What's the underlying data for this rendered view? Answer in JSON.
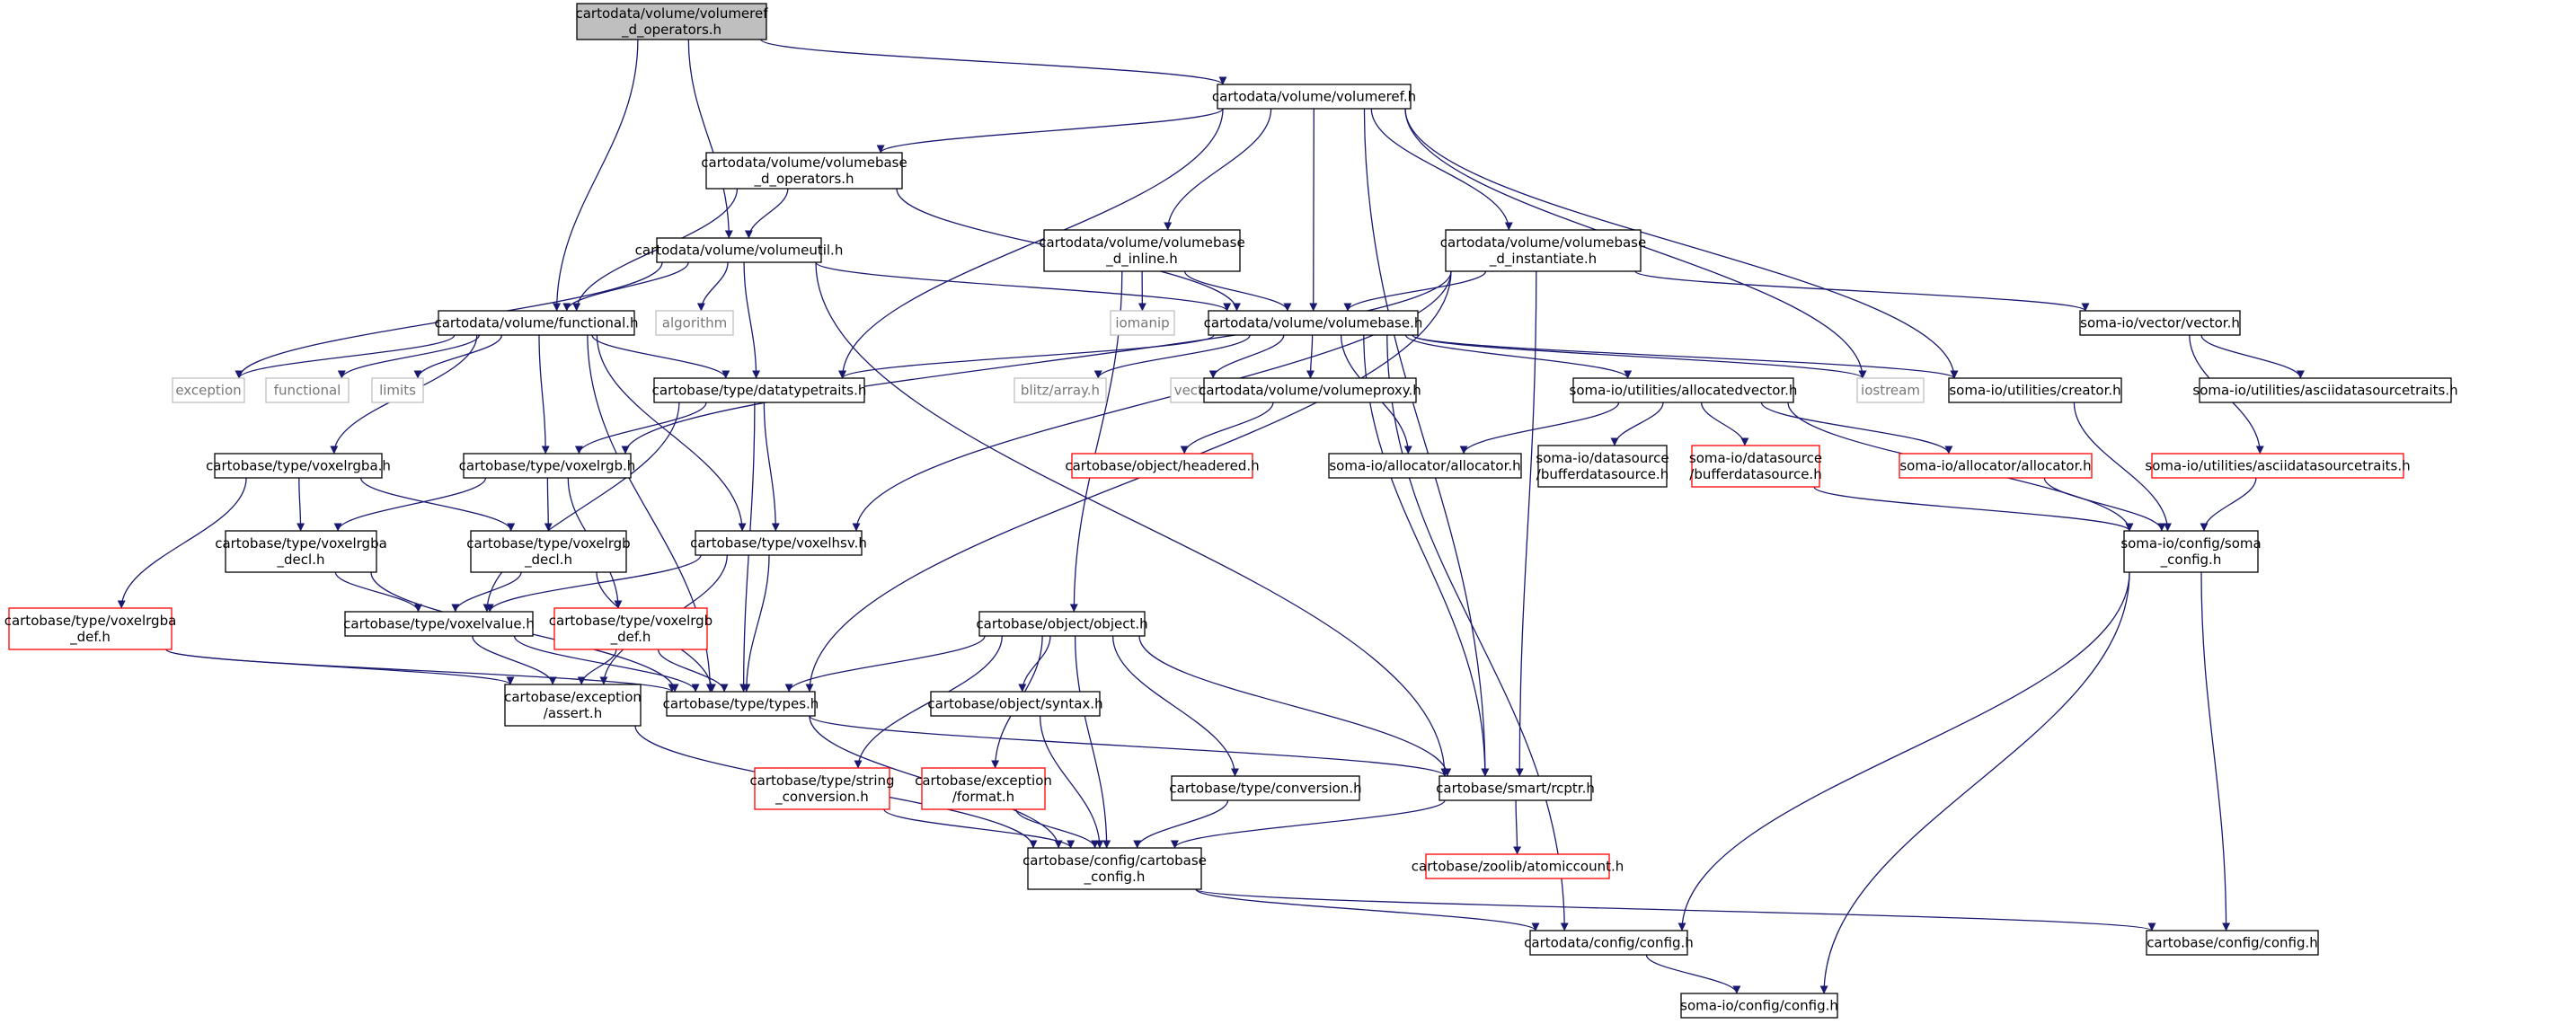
{
  "graph": {
    "colors": {
      "edge": "#191970",
      "node_border": "#000000",
      "missing_border": "#ff0000",
      "external_border": "#bfbfbf",
      "root_fill": "#bfbfbf",
      "node_fill": "#ffffff"
    },
    "nodes": [
      {
        "id": "vref_d_ops",
        "lines": [
          "cartodata/volume/volumeref",
          "_d_operators.h"
        ],
        "style": "root"
      },
      {
        "id": "vref",
        "lines": [
          "cartodata/volume/volumeref.h"
        ],
        "style": "normal"
      },
      {
        "id": "vbase_d_ops",
        "lines": [
          "cartodata/volume/volumebase",
          "_d_operators.h"
        ],
        "style": "normal"
      },
      {
        "id": "vutil",
        "lines": [
          "cartodata/volume/volumeutil.h"
        ],
        "style": "normal"
      },
      {
        "id": "vbase_inline",
        "lines": [
          "cartodata/volume/volumebase",
          "_d_inline.h"
        ],
        "style": "normal"
      },
      {
        "id": "vbase_inst",
        "lines": [
          "cartodata/volume/volumebase",
          "_d_instantiate.h"
        ],
        "style": "normal"
      },
      {
        "id": "functional_h",
        "lines": [
          "cartodata/volume/functional.h"
        ],
        "style": "normal"
      },
      {
        "id": "algorithm",
        "lines": [
          "algorithm"
        ],
        "style": "external"
      },
      {
        "id": "iomanip",
        "lines": [
          "iomanip"
        ],
        "style": "external"
      },
      {
        "id": "vbase",
        "lines": [
          "cartodata/volume/volumebase.h"
        ],
        "style": "normal"
      },
      {
        "id": "somavector",
        "lines": [
          "soma-io/vector/vector.h"
        ],
        "style": "normal"
      },
      {
        "id": "exception",
        "lines": [
          "exception"
        ],
        "style": "external"
      },
      {
        "id": "functional",
        "lines": [
          "functional"
        ],
        "style": "external"
      },
      {
        "id": "limits",
        "lines": [
          "limits"
        ],
        "style": "external"
      },
      {
        "id": "dtt",
        "lines": [
          "cartobase/type/datatypetraits.h"
        ],
        "style": "normal"
      },
      {
        "id": "blitz",
        "lines": [
          "blitz/array.h"
        ],
        "style": "external"
      },
      {
        "id": "vector",
        "lines": [
          "vector"
        ],
        "style": "external"
      },
      {
        "id": "vproxy",
        "lines": [
          "cartodata/volume/volumeproxy.h"
        ],
        "style": "normal"
      },
      {
        "id": "allocvec",
        "lines": [
          "soma-io/utilities/allocatedvector.h"
        ],
        "style": "normal"
      },
      {
        "id": "iostream",
        "lines": [
          "iostream"
        ],
        "style": "external"
      },
      {
        "id": "creator",
        "lines": [
          "soma-io/utilities/creator.h"
        ],
        "style": "normal"
      },
      {
        "id": "asciitraits_h",
        "lines": [
          "soma-io/utilities/asciidatasourcetraits.h"
        ],
        "style": "normal"
      },
      {
        "id": "vrgba",
        "lines": [
          "cartobase/type/voxelrgba.h"
        ],
        "style": "normal"
      },
      {
        "id": "vrgb",
        "lines": [
          "cartobase/type/voxelrgb.h"
        ],
        "style": "normal"
      },
      {
        "id": "headered",
        "lines": [
          "cartobase/object/headered.h"
        ],
        "style": "missing"
      },
      {
        "id": "allocator_a",
        "lines": [
          "soma-io/allocator/allocator.h"
        ],
        "style": "normal"
      },
      {
        "id": "bufferds",
        "lines": [
          "soma-io/datasource",
          "/bufferdatasource.h"
        ],
        "style": "normal"
      },
      {
        "id": "bufferds_r",
        "lines": [
          "soma-io/datasource",
          "/bufferdatasource.h"
        ],
        "style": "missing"
      },
      {
        "id": "allocator_r",
        "lines": [
          "soma-io/allocator/allocator.h"
        ],
        "style": "missing"
      },
      {
        "id": "asciitraits_r",
        "lines": [
          "soma-io/utilities/asciidatasourcetraits.h"
        ],
        "style": "missing"
      },
      {
        "id": "vrgba_decl",
        "lines": [
          "cartobase/type/voxelrgba",
          "_decl.h"
        ],
        "style": "normal"
      },
      {
        "id": "vrgb_decl",
        "lines": [
          "cartobase/type/voxelrgb",
          "_decl.h"
        ],
        "style": "normal"
      },
      {
        "id": "vhsv",
        "lines": [
          "cartobase/type/voxelhsv.h"
        ],
        "style": "normal"
      },
      {
        "id": "somaconfig",
        "lines": [
          "soma-io/config/soma",
          "_config.h"
        ],
        "style": "normal"
      },
      {
        "id": "vrgba_def",
        "lines": [
          "cartobase/type/voxelrgba",
          "_def.h"
        ],
        "style": "missing"
      },
      {
        "id": "vvalue",
        "lines": [
          "cartobase/type/voxelvalue.h"
        ],
        "style": "normal"
      },
      {
        "id": "vrgb_def",
        "lines": [
          "cartobase/type/voxelrgb",
          "_def.h"
        ],
        "style": "missing"
      },
      {
        "id": "object",
        "lines": [
          "cartobase/object/object.h"
        ],
        "style": "normal"
      },
      {
        "id": "assert",
        "lines": [
          "cartobase/exception",
          "/assert.h"
        ],
        "style": "normal"
      },
      {
        "id": "types",
        "lines": [
          "cartobase/type/types.h"
        ],
        "style": "normal"
      },
      {
        "id": "syntax",
        "lines": [
          "cartobase/object/syntax.h"
        ],
        "style": "normal"
      },
      {
        "id": "strconv",
        "lines": [
          "cartobase/type/string",
          "_conversion.h"
        ],
        "style": "missing"
      },
      {
        "id": "format",
        "lines": [
          "cartobase/exception",
          "/format.h"
        ],
        "style": "missing"
      },
      {
        "id": "conversion",
        "lines": [
          "cartobase/type/conversion.h"
        ],
        "style": "normal"
      },
      {
        "id": "rcptr",
        "lines": [
          "cartobase/smart/rcptr.h"
        ],
        "style": "normal"
      },
      {
        "id": "cbconfig",
        "lines": [
          "cartobase/config/cartobase",
          "_config.h"
        ],
        "style": "normal"
      },
      {
        "id": "atomic",
        "lines": [
          "cartobase/zoolib/atomiccount.h"
        ],
        "style": "missing"
      },
      {
        "id": "cdconfig",
        "lines": [
          "cartodata/config/config.h"
        ],
        "style": "normal"
      },
      {
        "id": "cbconfig2",
        "lines": [
          "cartobase/config/config.h"
        ],
        "style": "normal"
      },
      {
        "id": "somaioconfig",
        "lines": [
          "soma-io/config/config.h"
        ],
        "style": "normal"
      }
    ],
    "edges": [
      [
        "vref_d_ops",
        "vref"
      ],
      [
        "vref_d_ops",
        "vutil"
      ],
      [
        "vref_d_ops",
        "functional_h"
      ],
      [
        "vref",
        "vbase_d_ops"
      ],
      [
        "vref",
        "vbase_inline"
      ],
      [
        "vref",
        "vbase_inst"
      ],
      [
        "vref",
        "vbase"
      ],
      [
        "vref",
        "dtt"
      ],
      [
        "vref",
        "iostream"
      ],
      [
        "vref",
        "creator"
      ],
      [
        "vref",
        "rcptr"
      ],
      [
        "vbase_d_ops",
        "vutil"
      ],
      [
        "vbase_d_ops",
        "functional_h"
      ],
      [
        "vbase_d_ops",
        "vbase"
      ],
      [
        "vutil",
        "functional_h"
      ],
      [
        "vutil",
        "algorithm"
      ],
      [
        "vutil",
        "exception"
      ],
      [
        "vutil",
        "vbase"
      ],
      [
        "vutil",
        "dtt"
      ],
      [
        "vutil",
        "rcptr"
      ],
      [
        "vbase_inline",
        "iomanip"
      ],
      [
        "vbase_inline",
        "vbase"
      ],
      [
        "vbase_inline",
        "object"
      ],
      [
        "vbase_inst",
        "vbase"
      ],
      [
        "vbase_inst",
        "somavector"
      ],
      [
        "vbase_inst",
        "vrgb"
      ],
      [
        "vbase_inst",
        "vhsv"
      ],
      [
        "vbase_inst",
        "rcptr"
      ],
      [
        "vbase_inst",
        "types"
      ],
      [
        "functional_h",
        "exception"
      ],
      [
        "functional_h",
        "functional"
      ],
      [
        "functional_h",
        "limits"
      ],
      [
        "functional_h",
        "dtt"
      ],
      [
        "functional_h",
        "vrgba"
      ],
      [
        "functional_h",
        "vrgb"
      ],
      [
        "functional_h",
        "vhsv"
      ],
      [
        "functional_h",
        "types"
      ],
      [
        "vbase",
        "dtt"
      ],
      [
        "vbase",
        "blitz"
      ],
      [
        "vbase",
        "vector"
      ],
      [
        "vbase",
        "vproxy"
      ],
      [
        "vbase",
        "allocvec"
      ],
      [
        "vbase",
        "iostream"
      ],
      [
        "vbase",
        "creator"
      ],
      [
        "vbase",
        "allocator_a"
      ],
      [
        "vbase",
        "cdconfig"
      ],
      [
        "vbase",
        "rcptr"
      ],
      [
        "somavector",
        "asciitraits_h"
      ],
      [
        "somavector",
        "asciitraits_r"
      ],
      [
        "dtt",
        "vrgb"
      ],
      [
        "dtt",
        "vhsv"
      ],
      [
        "dtt",
        "vvalue"
      ],
      [
        "dtt",
        "types"
      ],
      [
        "vproxy",
        "headered"
      ],
      [
        "allocvec",
        "allocator_a"
      ],
      [
        "allocvec",
        "bufferds"
      ],
      [
        "allocvec",
        "bufferds_r"
      ],
      [
        "allocvec",
        "allocator_r"
      ],
      [
        "allocvec",
        "somaconfig"
      ],
      [
        "creator",
        "somaconfig"
      ],
      [
        "vrgba",
        "vrgba_decl"
      ],
      [
        "vrgba",
        "vrgb_decl"
      ],
      [
        "vrgba",
        "vrgba_def"
      ],
      [
        "vrgb",
        "vrgba_decl"
      ],
      [
        "vrgb",
        "vrgb_decl"
      ],
      [
        "vrgb",
        "vrgb_def"
      ],
      [
        "bufferds_r",
        "somaconfig"
      ],
      [
        "allocator_r",
        "somaconfig"
      ],
      [
        "asciitraits_r",
        "somaconfig"
      ],
      [
        "vrgba_decl",
        "vvalue"
      ],
      [
        "vrgba_decl",
        "types"
      ],
      [
        "vrgb_decl",
        "vvalue"
      ],
      [
        "vrgb_decl",
        "types"
      ],
      [
        "vhsv",
        "vvalue"
      ],
      [
        "vhsv",
        "assert"
      ],
      [
        "vhsv",
        "types"
      ],
      [
        "somaconfig",
        "cdconfig"
      ],
      [
        "somaconfig",
        "cbconfig2"
      ],
      [
        "somaconfig",
        "somaioconfig"
      ],
      [
        "vrgba_def",
        "assert"
      ],
      [
        "vrgba_def",
        "types"
      ],
      [
        "vvalue",
        "assert"
      ],
      [
        "vvalue",
        "types"
      ],
      [
        "vrgb_def",
        "assert"
      ],
      [
        "vrgb_def",
        "types"
      ],
      [
        "object",
        "types"
      ],
      [
        "object",
        "syntax"
      ],
      [
        "object",
        "strconv"
      ],
      [
        "object",
        "format"
      ],
      [
        "object",
        "conversion"
      ],
      [
        "object",
        "rcptr"
      ],
      [
        "object",
        "cbconfig"
      ],
      [
        "assert",
        "cbconfig"
      ],
      [
        "types",
        "rcptr"
      ],
      [
        "types",
        "cbconfig"
      ],
      [
        "syntax",
        "cbconfig"
      ],
      [
        "strconv",
        "cbconfig"
      ],
      [
        "format",
        "cbconfig"
      ],
      [
        "conversion",
        "cbconfig"
      ],
      [
        "rcptr",
        "cbconfig"
      ],
      [
        "rcptr",
        "atomic"
      ],
      [
        "cbconfig",
        "cdconfig"
      ],
      [
        "cbconfig",
        "cbconfig2"
      ],
      [
        "cdconfig",
        "somaioconfig"
      ]
    ]
  }
}
